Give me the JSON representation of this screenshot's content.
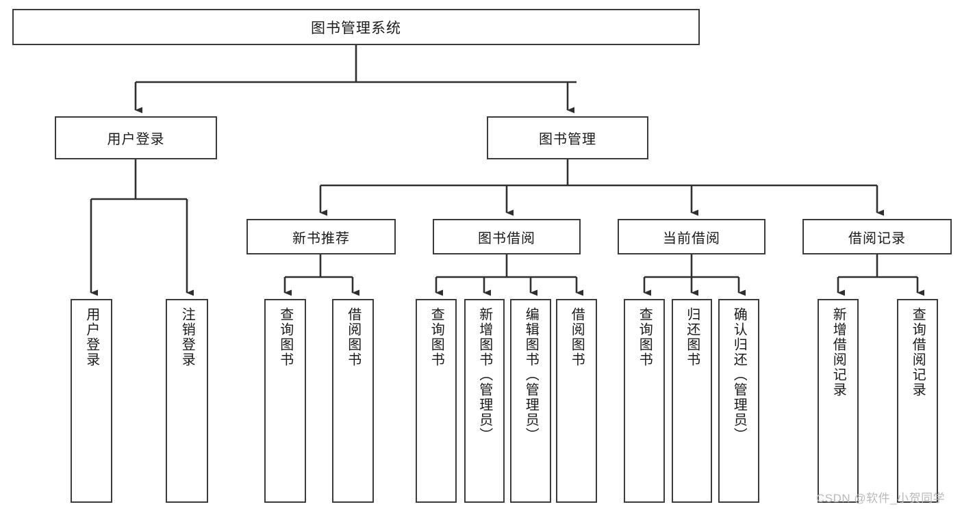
{
  "diagram": {
    "type": "tree-hierarchy",
    "title": "图书管理系统",
    "colors": {
      "box_border": "#3b3b3b",
      "box_fill": "#ffffff",
      "connector": "#2f2f2f",
      "text": "#1a1a1a",
      "watermark": "#b9b9b9",
      "background": "#ffffff"
    },
    "root": {
      "label": "图书管理系统"
    },
    "level1": [
      {
        "label": "用户登录"
      },
      {
        "label": "图书管理"
      }
    ],
    "level2": [
      {
        "label": "新书推荐"
      },
      {
        "label": "图书借阅"
      },
      {
        "label": "当前借阅"
      },
      {
        "label": "借阅记录"
      }
    ],
    "leaves": {
      "user_login": [
        {
          "label": "用户登录"
        },
        {
          "label": "注销登录"
        }
      ],
      "new_book_recommend": [
        {
          "label": "查询图书"
        },
        {
          "label": "借阅图书"
        }
      ],
      "book_borrow": [
        {
          "label": "查询图书"
        },
        {
          "label": "新增图书（管理员）"
        },
        {
          "label": "编辑图书（管理员）"
        },
        {
          "label": "借阅图书"
        }
      ],
      "current_borrow": [
        {
          "label": "查询图书"
        },
        {
          "label": "归还图书"
        },
        {
          "label": "确认归还（管理员）"
        }
      ],
      "borrow_record": [
        {
          "label": "新增借阅记录"
        },
        {
          "label": "查询借阅记录"
        }
      ]
    }
  },
  "watermark": {
    "text": "CSDN @软件_小贺同学"
  }
}
